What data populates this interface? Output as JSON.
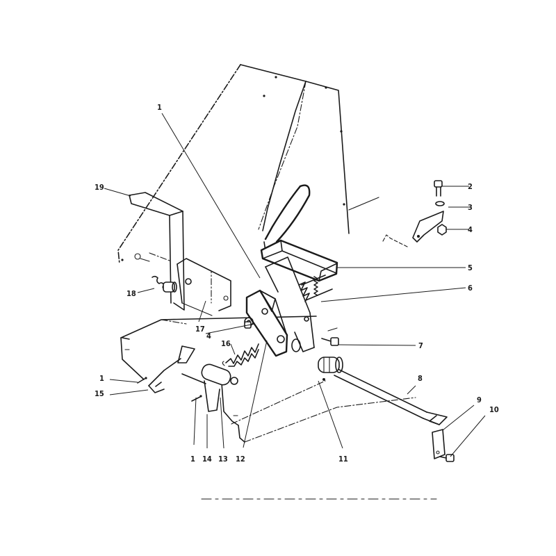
{
  "callouts": [
    {
      "id": "c-1a",
      "label": "1"
    },
    {
      "id": "c-2",
      "label": "2"
    },
    {
      "id": "c-3",
      "label": "3"
    },
    {
      "id": "c-4a",
      "label": "4"
    },
    {
      "id": "c-19",
      "label": "19"
    },
    {
      "id": "c-5",
      "label": "5"
    },
    {
      "id": "c-18",
      "label": "18"
    },
    {
      "id": "c-6",
      "label": "6"
    },
    {
      "id": "c-17",
      "label": "17"
    },
    {
      "id": "c-4b",
      "label": "4"
    },
    {
      "id": "c-16",
      "label": "16"
    },
    {
      "id": "c-7",
      "label": "7"
    },
    {
      "id": "c-1b",
      "label": "1"
    },
    {
      "id": "c-8",
      "label": "8"
    },
    {
      "id": "c-15",
      "label": "15"
    },
    {
      "id": "c-9",
      "label": "9"
    },
    {
      "id": "c-10",
      "label": "10"
    },
    {
      "id": "c-1c",
      "label": "1"
    },
    {
      "id": "c-14",
      "label": "14"
    },
    {
      "id": "c-13",
      "label": "13"
    },
    {
      "id": "c-12",
      "label": "12"
    },
    {
      "id": "c-11",
      "label": "11"
    }
  ]
}
